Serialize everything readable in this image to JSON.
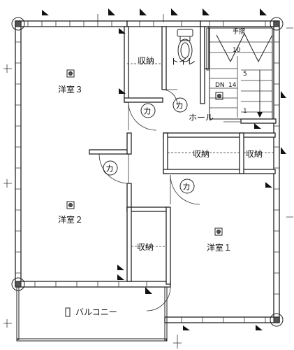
{
  "rooms": {
    "western_room_3": "洋室３",
    "western_room_2": "洋室２",
    "western_room_1": "洋室１",
    "storage_top": "収納",
    "storage_center_left": "収納",
    "storage_center_right": "収納",
    "storage_bottom": "収納",
    "toilet": "トイレ",
    "hall": "ホール",
    "balcony": "バルコニー"
  },
  "stairs": {
    "handrail": "手摺",
    "down": "DN",
    "step_top": "10",
    "step_mid": "5",
    "step_first": "1",
    "step_last": "14"
  },
  "cupboard_marks": {
    "symbol": "カ"
  }
}
